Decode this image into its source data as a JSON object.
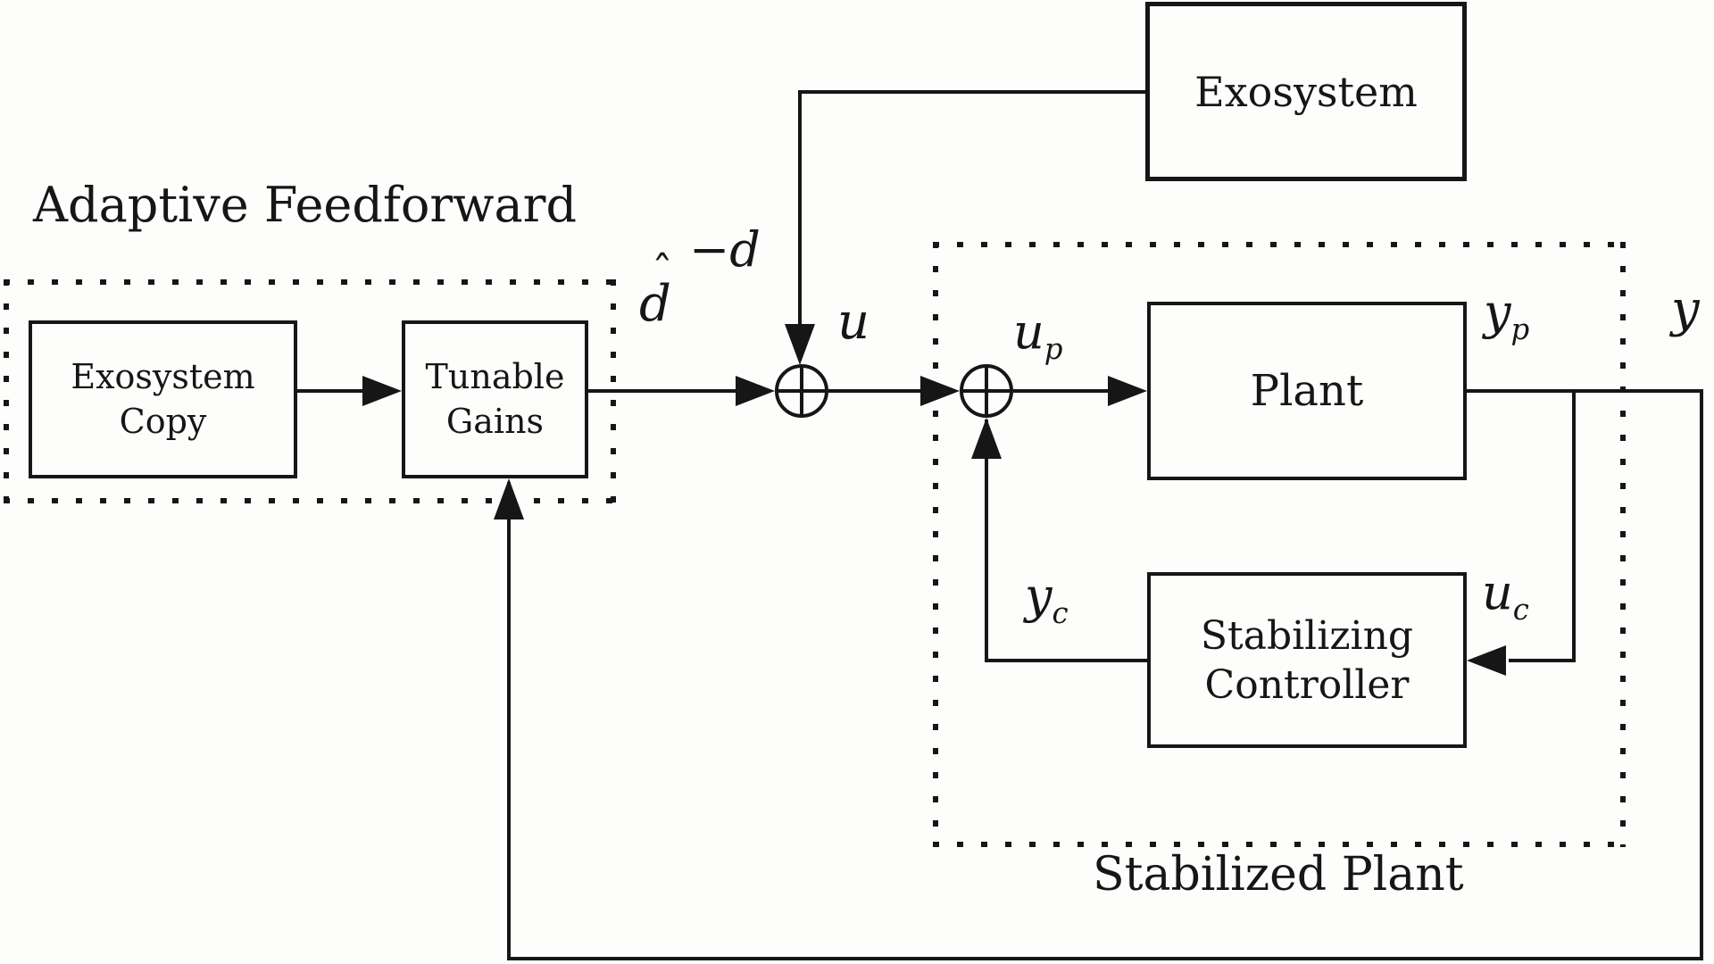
{
  "canvas": {
    "background": "#fdfdfc",
    "ink": "#161616"
  },
  "region_titles": {
    "adaptive_feedforward": "Adaptive Feedforward",
    "stabilized_plant": "Stabilized Plant"
  },
  "blocks": {
    "exosystem": {
      "label": "Exosystem"
    },
    "exosystem_copy": {
      "line1": "Exosystem",
      "line2": "Copy"
    },
    "tunable_gains": {
      "line1": "Tunable",
      "line2": "Gains"
    },
    "plant": {
      "label": "Plant"
    },
    "stabilizing_controller": {
      "line1": "Stabilizing",
      "line2": "Controller"
    }
  },
  "signals": {
    "d_hat": {
      "base": "d",
      "hat": "ˆ"
    },
    "minus_d": {
      "minus": "−",
      "base": "d"
    },
    "u": {
      "base": "u"
    },
    "u_p": {
      "base": "u",
      "sub": "p"
    },
    "y_p": {
      "base": "y",
      "sub": "p"
    },
    "y": {
      "base": "y"
    },
    "u_c": {
      "base": "u",
      "sub": "c"
    },
    "y_c": {
      "base": "y",
      "sub": "c"
    }
  },
  "junctions": {
    "sum1": "+",
    "sum2": "+"
  }
}
